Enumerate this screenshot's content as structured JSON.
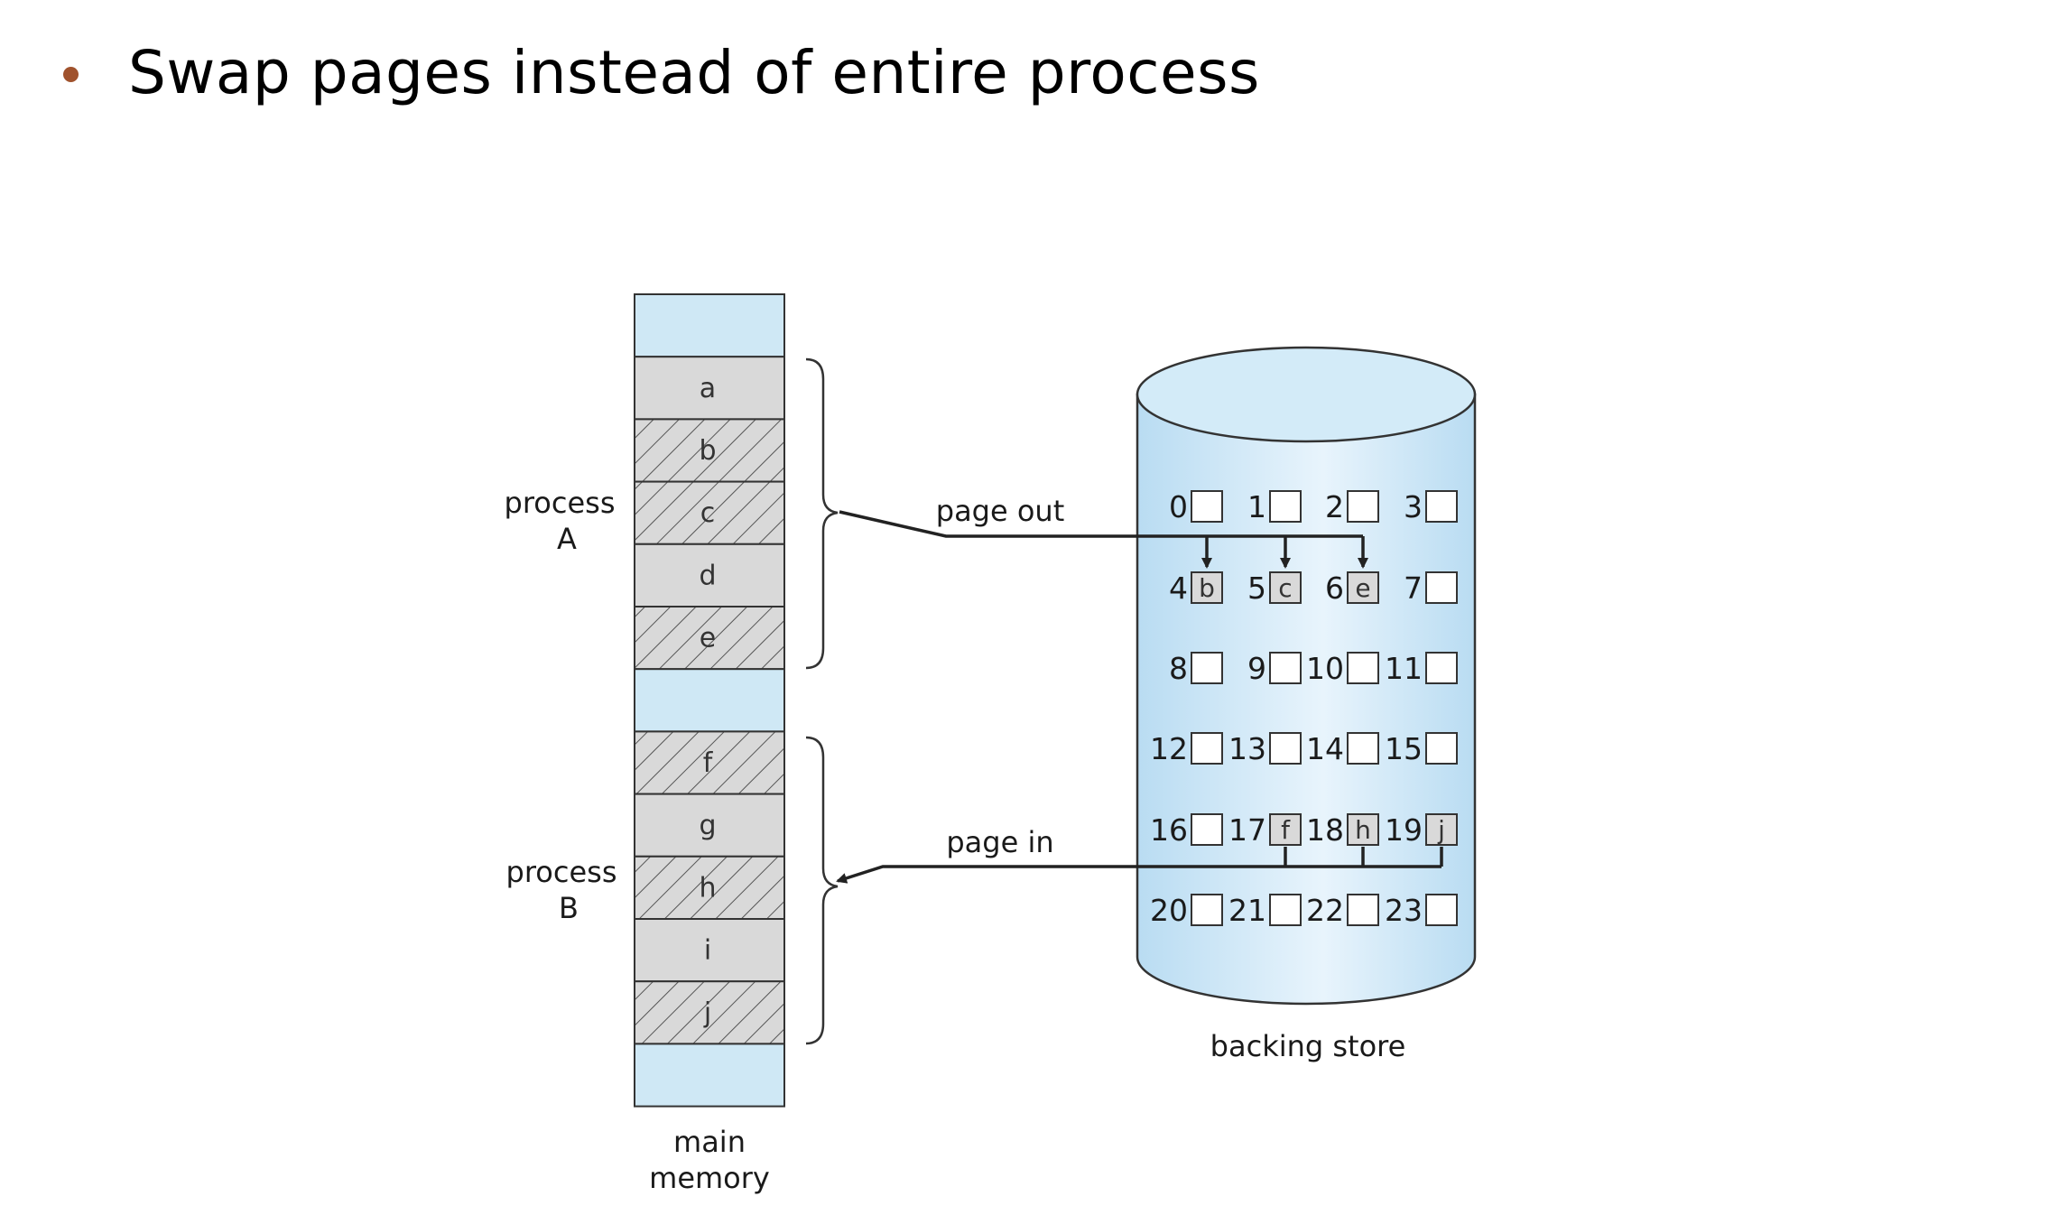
{
  "slide": {
    "title": "Swap pages instead of entire process"
  },
  "diagram": {
    "main_memory": {
      "label_line1": "main",
      "label_line2": "memory",
      "pages": [
        "a",
        "b",
        "c",
        "d",
        "e",
        "f",
        "g",
        "h",
        "i",
        "j"
      ],
      "swapped_pages": [
        "b",
        "c",
        "e",
        "f",
        "h",
        "j"
      ]
    },
    "process_a": {
      "line1": "process",
      "line2": "A"
    },
    "process_b": {
      "line1": "process",
      "line2": "B"
    },
    "page_out_label": "page out",
    "page_in_label": "page in",
    "backing_store": {
      "label": "backing store",
      "slots": [
        {
          "n": "0",
          "content": ""
        },
        {
          "n": "1",
          "content": ""
        },
        {
          "n": "2",
          "content": ""
        },
        {
          "n": "3",
          "content": ""
        },
        {
          "n": "4",
          "content": "b"
        },
        {
          "n": "5",
          "content": "c"
        },
        {
          "n": "6",
          "content": "e"
        },
        {
          "n": "7",
          "content": ""
        },
        {
          "n": "8",
          "content": ""
        },
        {
          "n": "9",
          "content": ""
        },
        {
          "n": "10",
          "content": ""
        },
        {
          "n": "11",
          "content": ""
        },
        {
          "n": "12",
          "content": ""
        },
        {
          "n": "13",
          "content": ""
        },
        {
          "n": "14",
          "content": ""
        },
        {
          "n": "15",
          "content": ""
        },
        {
          "n": "16",
          "content": ""
        },
        {
          "n": "17",
          "content": "f"
        },
        {
          "n": "18",
          "content": "h"
        },
        {
          "n": "19",
          "content": "j"
        },
        {
          "n": "20",
          "content": ""
        },
        {
          "n": "21",
          "content": ""
        },
        {
          "n": "22",
          "content": ""
        },
        {
          "n": "23",
          "content": ""
        }
      ]
    },
    "colors": {
      "free_frame": "#cfe8f5",
      "page_fill": "#d9d9d9",
      "cylinder_light": "#e8f4fc",
      "cylinder_dark": "#b9dcf2",
      "bullet": "#a0522d"
    }
  }
}
